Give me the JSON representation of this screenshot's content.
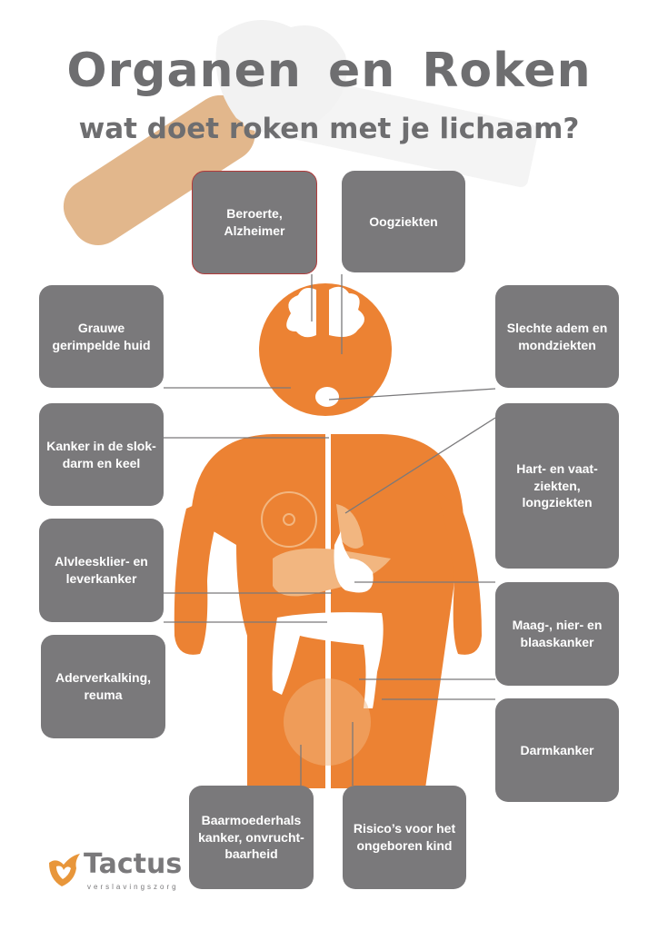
{
  "title": "Organen  en  Roken",
  "subtitle": "wat doet roken met je lichaam?",
  "colors": {
    "body": "#ec8233",
    "organ": "#f2b680",
    "box": "#7a797b",
    "title": "#6e6e70",
    "highlight_border": "#b23a3a"
  },
  "labels": {
    "beroerte": "Beroerte,\nAlzheimer",
    "oog": "Oogziekten",
    "huid": "Grauwe\ngerimpelde huid",
    "adem": "Slechte adem en\nmondziekten",
    "slokdarm": "Kanker in de slok-\ndarm en keel",
    "hart": "Hart- en vaat-\nziekten,\nlongziekten",
    "alvlees": "Alvleesklier- en\nleverkanker",
    "maag": "Maag-, nier- en\nblaaskanker",
    "ader": "Aderverkalking,\nreuma",
    "darm": "Darmkanker",
    "baarmoeder": "Baarmoederhals\nkanker, onvrucht-\nbaarheid",
    "ongeboren": "Risico’s voor het\nongeboren kind"
  },
  "logo": {
    "name": "Tactus",
    "tagline": "verslavingszorg"
  }
}
